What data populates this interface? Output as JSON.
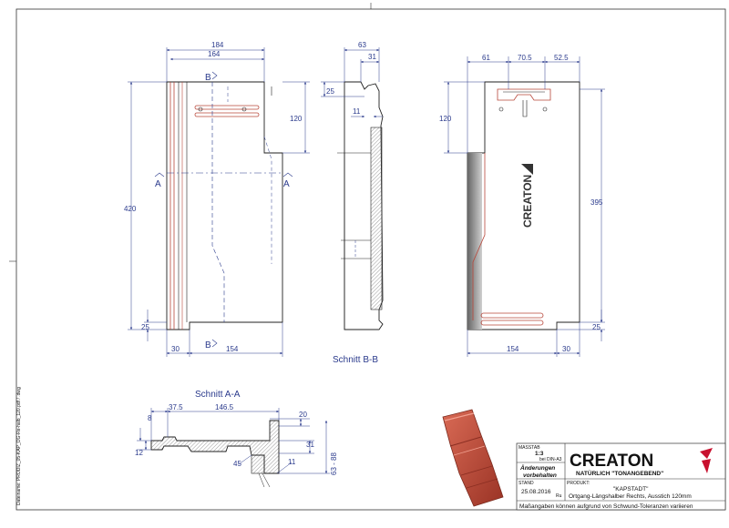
{
  "sidebar_text": "Dateiname: PRODIZ_05-KAP_OG-Re-halb_120.pdf / .dwg",
  "views": {
    "front": {
      "dims": {
        "w_total": "184",
        "w_top": "164",
        "h_total": "420",
        "h_notch": "120",
        "h_bottom": "25",
        "w_left": "30",
        "w_main": "154"
      },
      "marks": {
        "b": "B",
        "a": "A"
      }
    },
    "side": {
      "dims": {
        "w_total": "63",
        "w_top": "31",
        "h_top": "25",
        "w_mid": "11"
      },
      "caption": "Schnitt B-B"
    },
    "back": {
      "dims": {
        "w1": "61",
        "w2": "70.5",
        "w3": "52.5",
        "h_notch": "120",
        "h_main": "395",
        "h_bottom": "25",
        "w_main": "154",
        "w_right": "30"
      },
      "logo": "CREATON"
    },
    "section_a": {
      "caption": "Schnitt A-A",
      "dims": {
        "d8": "8",
        "d375": "37.5",
        "d1465": "146.5",
        "d20": "20",
        "d12": "12",
        "d31": "31",
        "d45": "45",
        "d11": "11",
        "d6388": "63 - 88"
      }
    }
  },
  "title_block": {
    "massstab_label": "MASSTAB",
    "massstab_value": "1:3",
    "massstab_note": "bei DIN-A3",
    "changes_line1": "Änderungen",
    "changes_line2": "vorbehalten",
    "produkt_label": "PRODUKT:",
    "produkt_name": "\"KAPSTADT\"",
    "produkt_desc": "Ortgang-Längshalber Rechts, Ausstich 120mm",
    "stand_label": "STAND",
    "stand_date": "25.08.2016",
    "stand_sig": "Ru",
    "footer": "Maßangaben können aufgrund von Schwund-Toleranzen variieren",
    "brand": "CREATON",
    "tagline": "NATÜRLICH \"TONANGEBEND\""
  },
  "colors": {
    "dim_blue": "#2a3a8c",
    "tile_red": "#b8473a",
    "brand_red": "#c8102e"
  }
}
